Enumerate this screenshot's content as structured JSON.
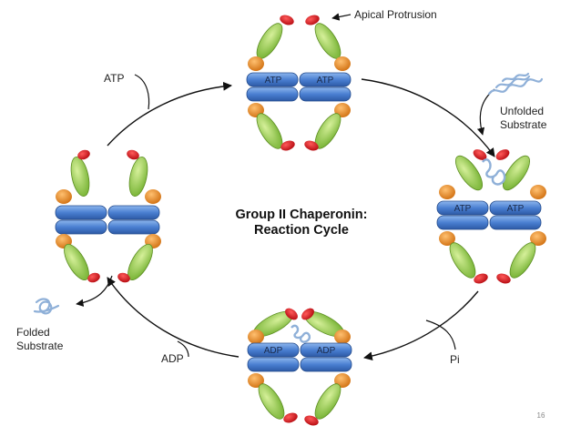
{
  "diagram": {
    "title_line1": "Group II Chaperonin:",
    "title_line2": "Reaction Cycle",
    "labels": {
      "apical": "Apical Protrusion",
      "atp": "ATP",
      "unfolded_line1": "Unfolded",
      "unfolded_line2": "Substrate",
      "pi": "Pi",
      "adp": "ADP",
      "folded_line1": "Folded",
      "folded_line2": "Substrate"
    },
    "states": {
      "top": {
        "ring_labels": [
          "ATP",
          "ATP"
        ]
      },
      "right": {
        "ring_labels": [
          "ATP",
          "ATP"
        ]
      },
      "bottom": {
        "ring_labels": [
          "ADP",
          "ADP"
        ]
      },
      "left": {
        "ring_labels": [
          "",
          ""
        ]
      }
    }
  },
  "page_number": "16",
  "colors": {
    "ring_blue": "#4a7fd1",
    "domain_orange": "#e07e1a",
    "domain_green": "#8cc63f",
    "tip_red": "#d7141a",
    "substrate_blue": "#8fb0d8",
    "arrow": "#111111"
  }
}
